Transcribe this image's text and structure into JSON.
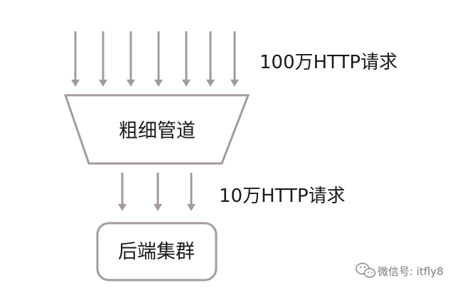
{
  "diagram": {
    "incoming_label": "100万HTTP请求",
    "outgoing_label": "10万HTTP请求",
    "pipe_label": "粗细管道",
    "backend_label": "后端集群",
    "incoming_arrow_count": 7,
    "outgoing_arrow_count": 3
  },
  "watermark": {
    "text": "微信号: itfly8",
    "icon": "wechat-icon"
  },
  "colors": {
    "arrow": "#a49aa0",
    "outline": "#a49aa0",
    "text": "#1a1a1a"
  }
}
